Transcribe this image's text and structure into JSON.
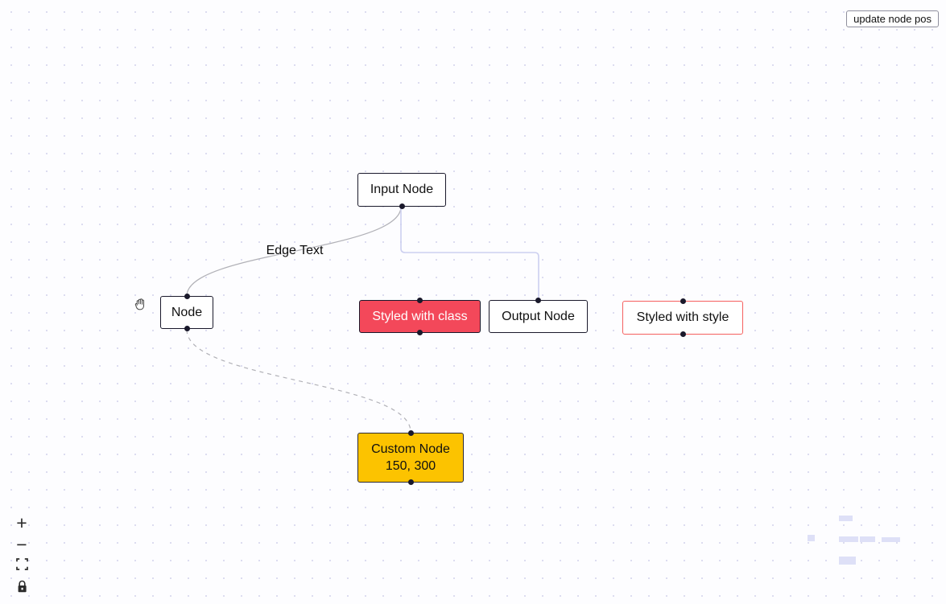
{
  "toolbar": {
    "update_button": "update node pos"
  },
  "flow": {
    "nodes": [
      {
        "label": "Input Node",
        "type": "input"
      },
      {
        "label": "Node",
        "type": "default"
      },
      {
        "label": "Styled with class",
        "type": "default"
      },
      {
        "label": "Output Node",
        "type": "output"
      },
      {
        "label": "Styled with style",
        "type": "default"
      },
      {
        "label": "Custom Node",
        "sublabel": "150, 300",
        "type": "custom"
      }
    ],
    "edges": [
      {
        "label": "Edge Text",
        "type": "bezier",
        "from": "Input Node",
        "to": "Node"
      },
      {
        "label": "",
        "type": "smoothstep",
        "from": "Input Node",
        "to": "Output Node"
      },
      {
        "label": "",
        "type": "bezier-dashed-animated",
        "from": "Node",
        "to": "Custom Node"
      }
    ]
  },
  "controls": {
    "zoom_in": "+",
    "zoom_out": "−"
  },
  "colors": {
    "node_border": "#1a192b",
    "styled_class_bg": "#f3485a",
    "styled_style_border": "#f5605f",
    "custom_node_bg": "#fcc300",
    "edge_default": "#b1b1b7",
    "edge_step": "#cdd0f0",
    "minimap_node": "#dee0f7",
    "background_dot": "#d9daef"
  }
}
